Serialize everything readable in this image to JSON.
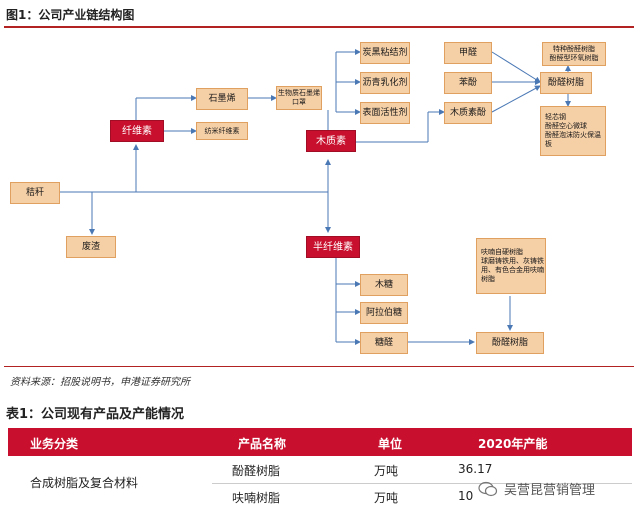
{
  "figure": {
    "title": "图1：公司产业链结构图",
    "nodes": {
      "jiegan": "秸秆",
      "feizha": "废渣",
      "xianweisu": "纤维素",
      "shimoxi": "石墨烯",
      "fangmian": "纺米纤维素",
      "shengwuzhi": "生物质石墨烯口罩",
      "muzhisu": "木质素",
      "tanhei": "炭黑粘结剂",
      "liqing": "沥青乳化剂",
      "biaomian": "表面活性剂",
      "jiaquan": "甲醛",
      "benfen": "苯酚",
      "muzhisufen": "木质素酚",
      "tezhong": "特种酚醛树脂\n酚醛型环氧树脂",
      "fenquan1": "酚醛树脂",
      "qingxin": "轻芯钢\n酚醛空心微球\n酚醛泡沫防火保温板",
      "banxianweisu": "半纤维素",
      "mutang": "木糖",
      "alabo": "阿拉伯糖",
      "tangquan": "糖醛",
      "fuwei": "呋喃自硬树脂\n球磨铸铁用、灰铸铁用、有色合金用呋喃树脂",
      "fenquan2": "酚醛树脂"
    }
  },
  "source": "资料来源：招股说明书，申港证券研究所",
  "table": {
    "title": "表1：公司现有产品及产能情况",
    "headers": [
      "业务分类",
      "产品名称",
      "单位",
      "2020年产能"
    ],
    "category": "合成树脂及复合材料",
    "rows": [
      {
        "product": "酚醛树脂",
        "unit": "万吨",
        "capacity": "36.17"
      },
      {
        "product": "呋喃树脂",
        "unit": "万吨",
        "capacity": "10"
      }
    ]
  },
  "watermark": "吴营昆营销管理",
  "colors": {
    "accent": "#c8102e",
    "box_fill": "#f5cfa6",
    "line": "#4a78b5"
  }
}
